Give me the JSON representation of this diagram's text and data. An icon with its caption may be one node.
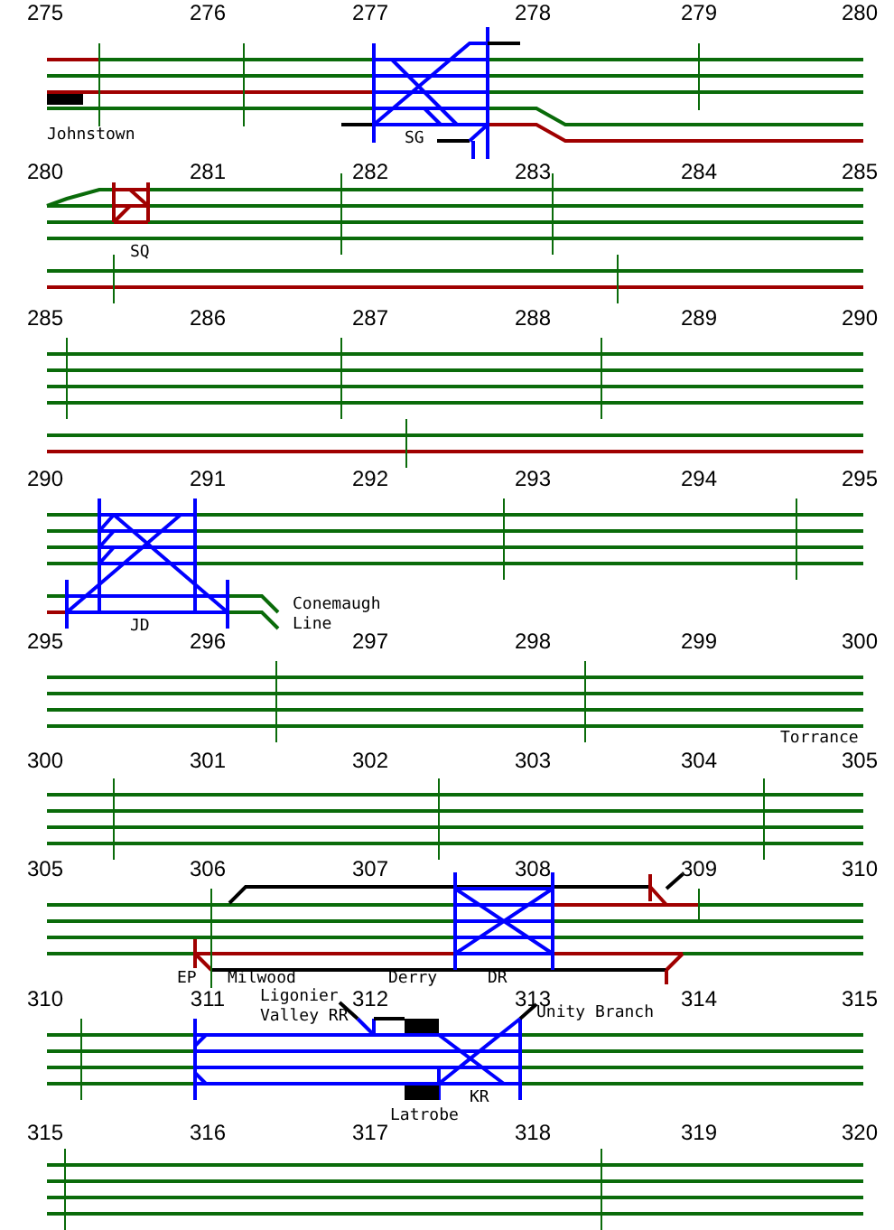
{
  "diagram": {
    "labels": [
      "275",
      "276",
      "277",
      "278",
      "279",
      "280",
      "Johnstown",
      "SG",
      "280",
      "281",
      "282",
      "283",
      "284",
      "285",
      "SQ",
      "285",
      "286",
      "287",
      "288",
      "289",
      "290",
      "290",
      "291",
      "292",
      "293",
      "294",
      "295",
      "Conemaugh Line",
      "JD",
      "295",
      "296",
      "297",
      "298",
      "299",
      "300",
      "Torrance",
      "300",
      "301",
      "302",
      "303",
      "304",
      "305",
      "305",
      "306",
      "307",
      "308",
      "309",
      "310",
      "EP",
      "Milwood",
      "Derry",
      "DR",
      "310",
      "311",
      "312",
      "313",
      "314",
      "315",
      "Ligonier Valley RR",
      "Unity Branch",
      "KR",
      "Latrobe",
      "315",
      "316",
      "317",
      "318",
      "319",
      "320"
    ]
  }
}
